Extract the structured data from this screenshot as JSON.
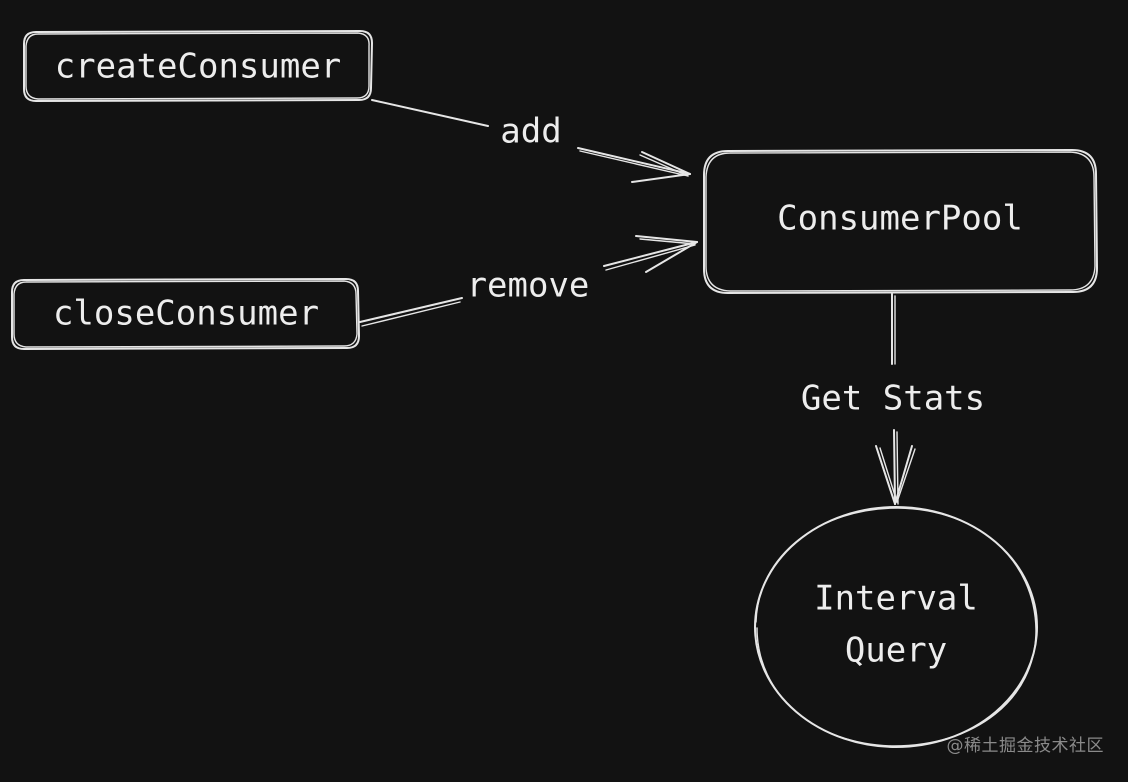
{
  "nodes": {
    "create_consumer": {
      "label": "createConsumer"
    },
    "close_consumer": {
      "label": "closeConsumer"
    },
    "consumer_pool": {
      "label": "ConsumerPool"
    },
    "interval_query": {
      "label_line1": "Interval",
      "label_line2": "Query"
    }
  },
  "edges": {
    "add": {
      "label": "add"
    },
    "remove": {
      "label": "remove"
    },
    "get_stats": {
      "label": "Get Stats"
    }
  },
  "watermark": "@稀土掘金技术社区",
  "colors": {
    "background": "#121212",
    "stroke": "#e6e6e6",
    "text": "#ededed"
  }
}
